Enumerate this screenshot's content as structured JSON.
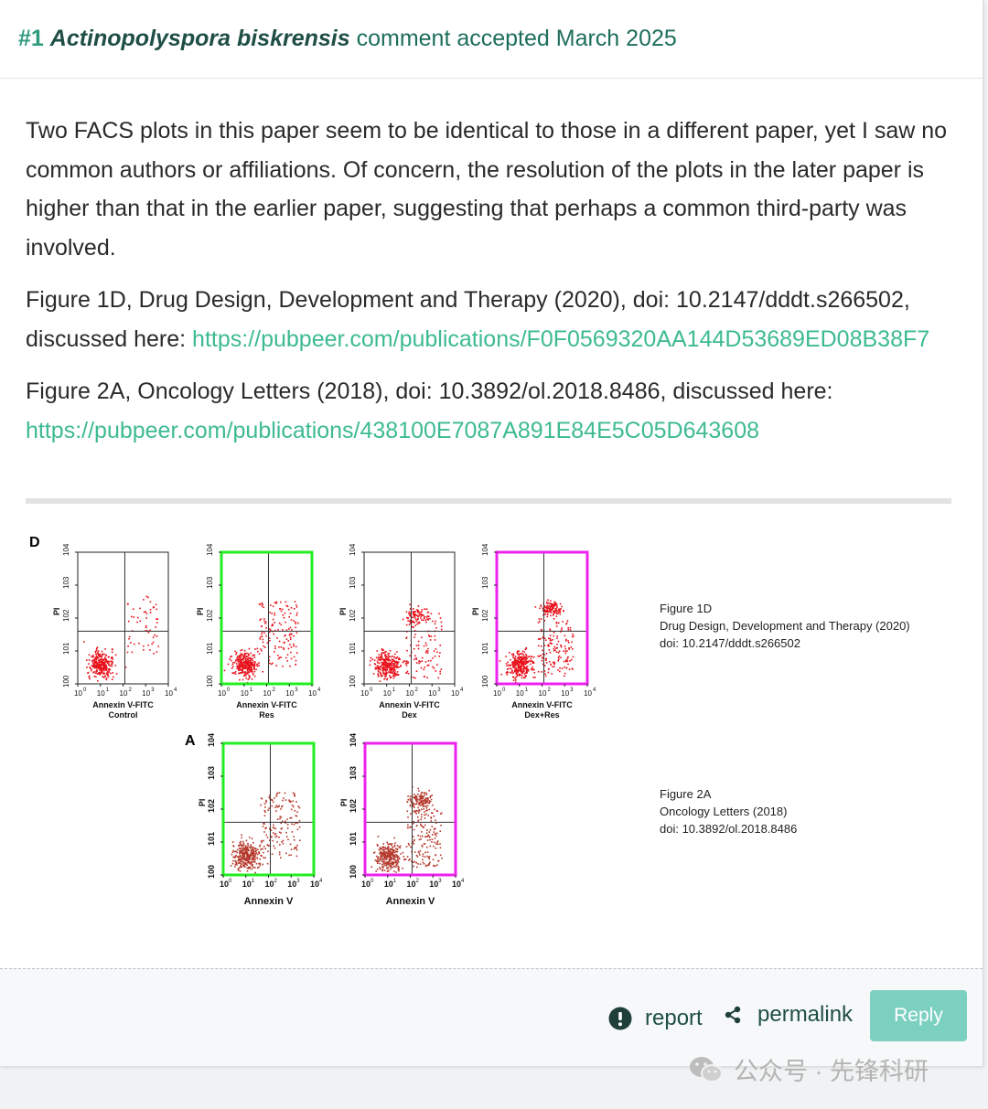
{
  "comment": {
    "number": "#1",
    "author": "Actinopolyspora biskrensis",
    "status": "comment accepted March 2025"
  },
  "paragraphs": {
    "p1": "Two FACS plots in this paper seem to be identical to those in a different paper, yet I saw no common authors or affiliations. Of concern, the resolution of the plots in the later paper is higher than that in the earlier paper, suggesting that perhaps a common third-party was involved.",
    "p2_text": "Figure 1D, Drug Design, Development and Therapy (2020), doi: 10.2147/dddt.s266502, discussed here: ",
    "p2_link": "https://pubpeer.com/publications/F0F0569320AA144D53689ED08B38F7",
    "p3_text": "Figure 2A, Oncology Letters (2018), doi: 10.3892/ol.2018.8486, discussed here: ",
    "p3_link": "https://pubpeer.com/publications/438100E7087A891E84E5C05D643608"
  },
  "figure": {
    "panel_d": "D",
    "panel_a": "A",
    "y_label": "PI",
    "ticks": [
      "10",
      "0",
      "1",
      "2",
      "3",
      "4"
    ],
    "top_xlabel": "Annexin V-FITC",
    "top_conditions": [
      "Control",
      "Res",
      "Dex",
      "Dex+Res"
    ],
    "bottom_xlabel": "Annexin V",
    "caption_top": [
      "Figure 1D",
      "Drug Design, Development and Therapy (2020)",
      "doi: 10.2147/dddt.s266502"
    ],
    "caption_bottom": [
      "Figure 2A",
      "Oncology Letters (2018)",
      "doi: 10.3892/ol.2018.8486"
    ],
    "colors": {
      "green": "#22ee22",
      "magenta": "#ee22ee",
      "dots_top": "#e8121c",
      "dots_bottom": "#b5392c"
    }
  },
  "footer": {
    "report_label": "report",
    "permalink_label": "permalink",
    "reply_label": "Reply"
  },
  "watermark": "公众号 · 先锋科研",
  "icons": [
    "report-exclamation-icon",
    "share-icon",
    "wechat-icon"
  ]
}
